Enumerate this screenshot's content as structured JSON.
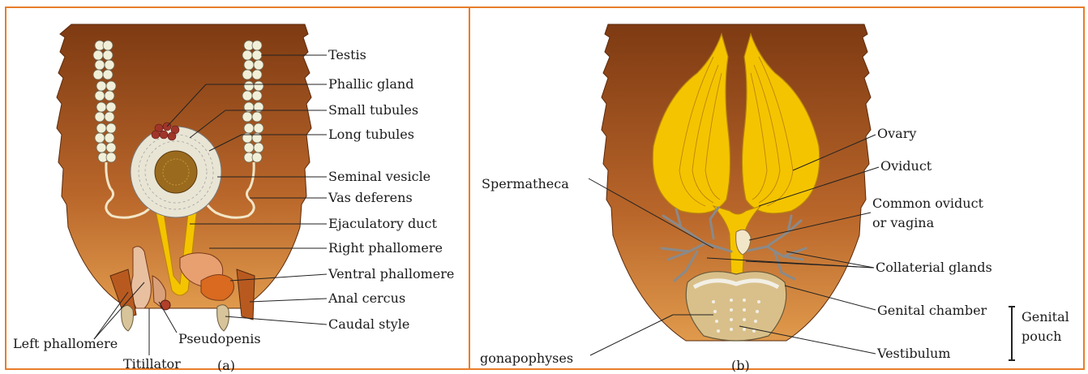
{
  "panel_a": {
    "labels": {
      "testis": "Testis",
      "phallic_gland": "Phallic gland",
      "small_tubules": "Small tubules",
      "long_tubules": "Long tubules",
      "seminal_vesicle": "Seminal vesicle",
      "vas_deferens": "Vas deferens",
      "ejaculatory_duct": "Ejaculatory duct",
      "right_phallomere": "Right phallomere",
      "ventral_phallomere": "Ventral phallomere",
      "anal_cercus": "Anal cercus",
      "caudal_style": "Caudal style",
      "left_phallomere": "Left phallomere",
      "pseudopenis": "Pseudopenis",
      "titillator": "Titillator"
    },
    "caption": "(a)"
  },
  "panel_b": {
    "labels": {
      "ovary": "Ovary",
      "oviduct": "Oviduct",
      "spermatheca": "Spermatheca",
      "common_oviduct_1": "Common oviduct",
      "common_oviduct_2": "or vagina",
      "collaterial_glands": "Collaterial glands",
      "genital_chamber": "Genital chamber",
      "vestibulum": "Vestibulum",
      "gonapophyses": "gonapophyses",
      "genital_pouch_1": "Genital",
      "genital_pouch_2": "pouch"
    },
    "caption": "(b)"
  },
  "colors": {
    "border": "#e87d2a",
    "abdomen_top": "#8b3e12",
    "abdomen_bottom": "#d98a3a",
    "gland_yellow": "#f5c400",
    "gland_stroke": "#b8860b",
    "tubule_fill": "#f2efd8"
  }
}
